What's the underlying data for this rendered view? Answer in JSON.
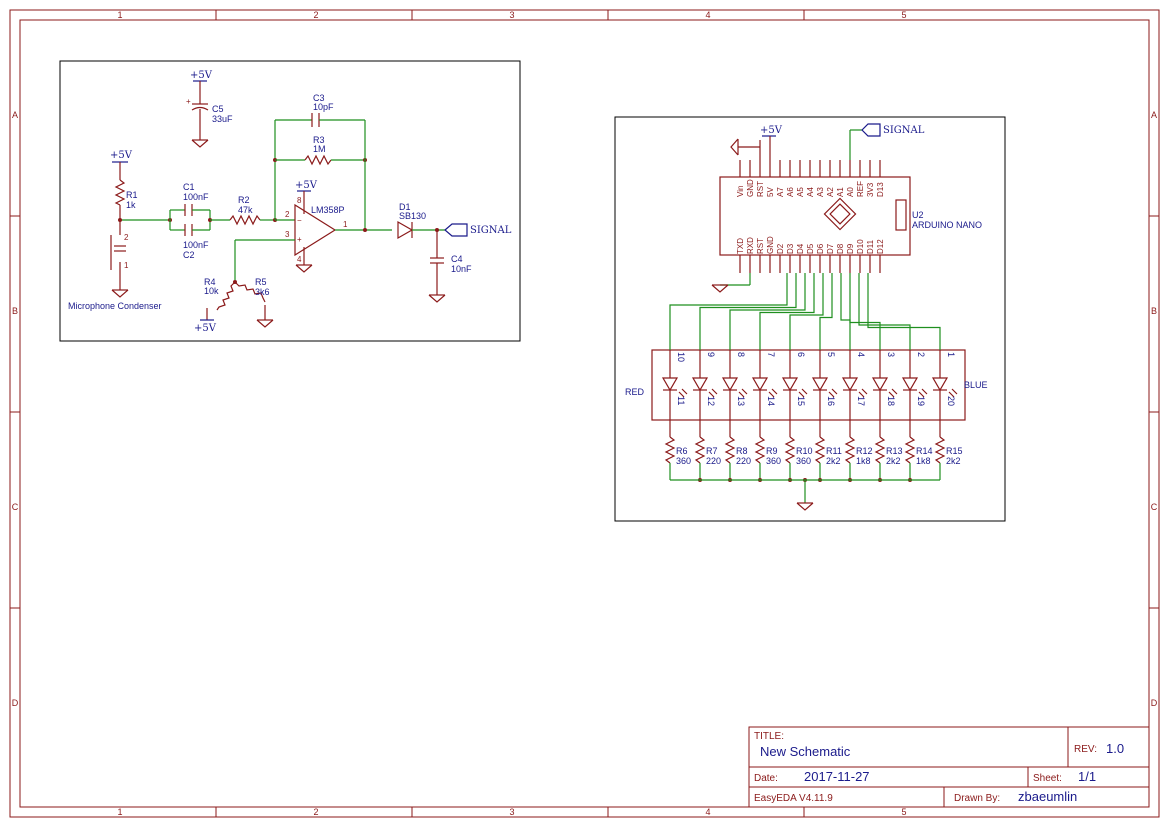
{
  "frame": {
    "columns": [
      "1",
      "2",
      "3",
      "4",
      "5"
    ],
    "rows": [
      "A",
      "B",
      "C",
      "D"
    ]
  },
  "amp": {
    "vcc": "+5V",
    "c5": {
      "ref": "C5",
      "value": "33uF"
    },
    "c3": {
      "ref": "C3",
      "value": "10pF"
    },
    "r3": {
      "ref": "R3",
      "value": "1M"
    },
    "r1": {
      "ref": "R1",
      "value": "1k"
    },
    "c1": {
      "ref": "C1",
      "value": "100nF"
    },
    "c2": {
      "ref": "C2",
      "value": "100nF"
    },
    "r2": {
      "ref": "R2",
      "value": "47k"
    },
    "opamp": {
      "ref": "LM358P",
      "pin_out": "1",
      "pin_inv": "2",
      "pin_noninv": "3",
      "pin_v": "8",
      "pin_g": "4",
      "minus": "−",
      "plus": "+"
    },
    "d1": {
      "ref": "D1",
      "value": "SB130"
    },
    "c4": {
      "ref": "C4",
      "value": "10nF"
    },
    "signal": "SIGNAL",
    "r4": {
      "ref": "R4",
      "value": "10k"
    },
    "r5": {
      "ref": "R5",
      "value": "3k6"
    },
    "mic": {
      "label": "Microphone Condenser",
      "pin1": "1",
      "pin2": "2"
    }
  },
  "nano": {
    "ref": "U2",
    "name": "ARDUINO NANO",
    "vcc": "+5V",
    "signal": "SIGNAL",
    "top_pins": [
      "Vin",
      "GND",
      "RST",
      "5V",
      "A7",
      "A6",
      "A5",
      "A4",
      "A3",
      "A2",
      "A1",
      "A0",
      "REF",
      "3V3",
      "D13"
    ],
    "bottom_pins": [
      "TXD",
      "RXD",
      "RST",
      "GND",
      "D2",
      "D3",
      "D4",
      "D5",
      "D6",
      "D7",
      "D8",
      "D9",
      "D10",
      "D11",
      "D12"
    ]
  },
  "bargraph": {
    "left_label": "RED",
    "right_label": "BLUE",
    "top_numbers": [
      "10",
      "9",
      "8",
      "7",
      "6",
      "5",
      "4",
      "3",
      "2",
      "1"
    ],
    "bottom_numbers": [
      "11",
      "12",
      "13",
      "14",
      "15",
      "16",
      "17",
      "18",
      "19",
      "20"
    ],
    "resistors": [
      {
        "ref": "R6",
        "value": "360"
      },
      {
        "ref": "R7",
        "value": "220"
      },
      {
        "ref": "R8",
        "value": "220"
      },
      {
        "ref": "R9",
        "value": "360"
      },
      {
        "ref": "R10",
        "value": "360"
      },
      {
        "ref": "R11",
        "value": "2k2"
      },
      {
        "ref": "R12",
        "value": "1k8"
      },
      {
        "ref": "R13",
        "value": "2k2"
      },
      {
        "ref": "R14",
        "value": "1k8"
      },
      {
        "ref": "R15",
        "value": "2k2"
      }
    ]
  },
  "titleblock": {
    "title_label": "TITLE:",
    "title": "New Schematic",
    "rev_label": "REV:",
    "rev": "1.0",
    "date_label": "Date:",
    "date": "2017-11-27",
    "sheet_label": "Sheet:",
    "sheet": "1/1",
    "tool": "EasyEDA V4.11.9",
    "drawn_label": "Drawn By:",
    "drawn": "zbaeumlin"
  },
  "colors": {
    "frame": "#8b1a1a",
    "wire": "#1f8f1f",
    "label": "#1a1a8b"
  }
}
